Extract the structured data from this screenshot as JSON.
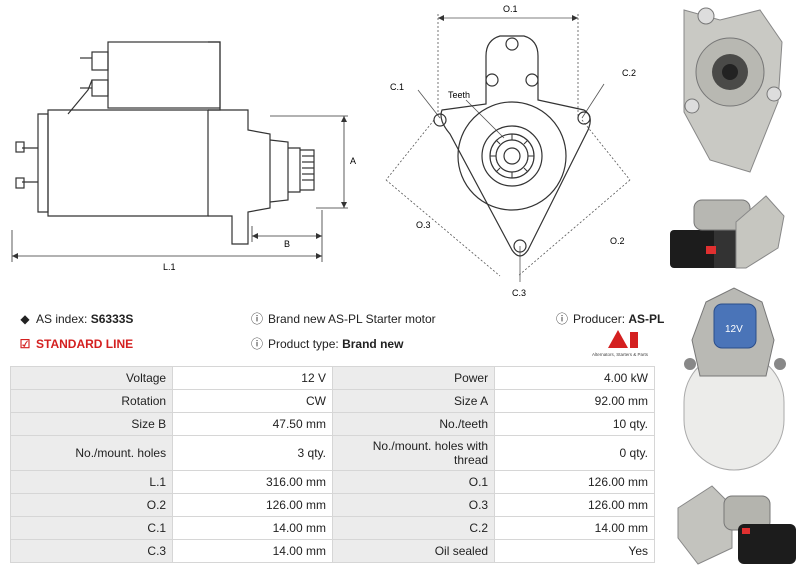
{
  "drawing_side": {
    "L1": "L.1",
    "A": "A",
    "B": "B"
  },
  "drawing_front": {
    "O1": "O.1",
    "O2": "O.2",
    "O3": "O.3",
    "C1": "C.1",
    "C2": "C.2",
    "C3": "C.3",
    "teeth": "Teeth"
  },
  "info": {
    "as_index_label": "AS index:",
    "as_index_value": "S6333S",
    "standard_line": "STANDARD LINE",
    "description": "Brand new AS-PL Starter motor",
    "product_type_label": "Product type:",
    "product_type_value": "Brand new",
    "producer_label": "Producer:",
    "producer_value": "AS-PL",
    "logo_tagline": "Alternators, Starters & Parts"
  },
  "specs": [
    [
      "Voltage",
      "12 V",
      "Power",
      "4.00 kW"
    ],
    [
      "Rotation",
      "CW",
      "Size A",
      "92.00 mm"
    ],
    [
      "Size B",
      "47.50 mm",
      "No./teeth",
      "10 qty."
    ],
    [
      "No./mount. holes",
      "3 qty.",
      "No./mount. holes with thread",
      "0 qty."
    ],
    [
      "L.1",
      "316.00 mm",
      "O.1",
      "126.00 mm"
    ],
    [
      "O.2",
      "126.00 mm",
      "O.3",
      "126.00 mm"
    ],
    [
      "C.1",
      "14.00 mm",
      "C.2",
      "14.00 mm"
    ],
    [
      "C.3",
      "14.00 mm",
      "Oil sealed",
      "Yes"
    ]
  ],
  "photos": {
    "badge_voltage": "12V"
  }
}
